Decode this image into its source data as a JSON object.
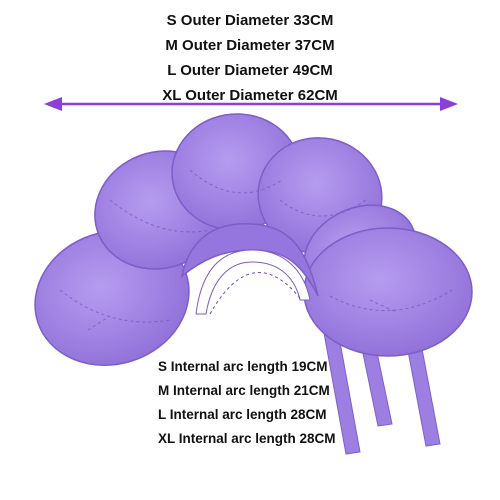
{
  "outer_diameters": [
    "S Outer Diameter 33CM",
    "M Outer Diameter 37CM",
    "L Outer Diameter 49CM",
    "XL Outer Diameter 62CM"
  ],
  "internal_arc_lengths": [
    "S Internal arc length 19CM",
    "M Internal arc length 21CM",
    "L Internal arc length 28CM",
    "XL Internal arc length 28CM"
  ],
  "colors": {
    "collar_fill": "#a98bea",
    "collar_shade": "#8f6fd8",
    "arrow": "#8a3fd6",
    "text": "#111111"
  }
}
